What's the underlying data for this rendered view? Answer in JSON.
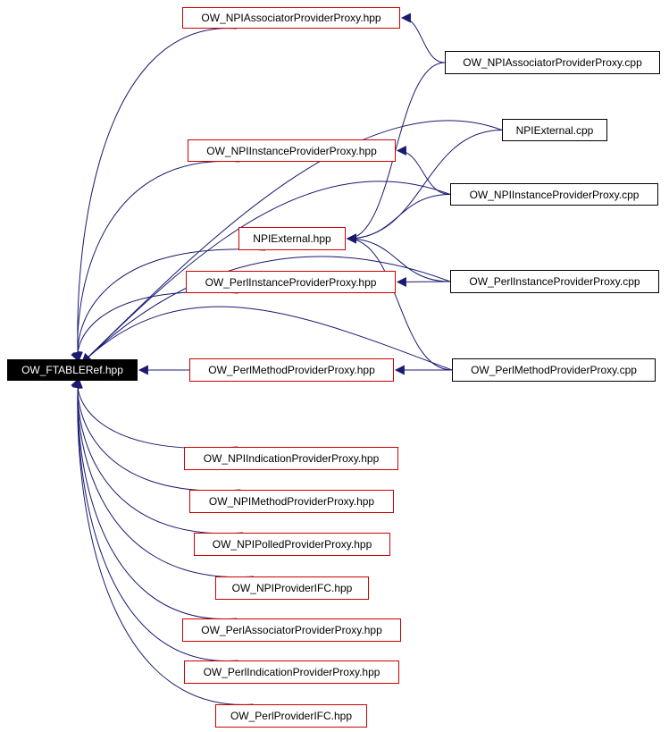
{
  "diagram": {
    "edge_color": "#191970",
    "header_border_color": "#cc0000",
    "root_fill_color": "#000000",
    "nodes": {
      "root": "OW_FTABLERef.hpp",
      "npi_assoc_hpp": "OW_NPIAssociatorProviderProxy.hpp",
      "npi_assoc_cpp": "OW_NPIAssociatorProviderProxy.cpp",
      "npi_external_cpp": "NPIExternal.cpp",
      "npi_instance_hpp": "OW_NPIInstanceProviderProxy.hpp",
      "npi_instance_cpp": "OW_NPIInstanceProviderProxy.cpp",
      "npi_external_hpp": "NPIExternal.hpp",
      "perl_instance_hpp": "OW_PerlInstanceProviderProxy.hpp",
      "perl_instance_cpp": "OW_PerlInstanceProviderProxy.cpp",
      "perl_method_hpp": "OW_PerlMethodProviderProxy.hpp",
      "perl_method_cpp": "OW_PerlMethodProviderProxy.cpp",
      "npi_indication_hpp": "OW_NPIIndicationProviderProxy.hpp",
      "npi_method_hpp": "OW_NPIMethodProviderProxy.hpp",
      "npi_polled_hpp": "OW_NPIPolledProviderProxy.hpp",
      "npi_provider_ifc_hpp": "OW_NPIProviderIFC.hpp",
      "perl_assoc_hpp": "OW_PerlAssociatorProviderProxy.hpp",
      "perl_indication_hpp": "OW_PerlIndicationProviderProxy.hpp",
      "perl_provider_ifc_hpp": "OW_PerlProviderIFC.hpp"
    },
    "edges": [
      {
        "from": "npi_assoc_hpp",
        "to": "root"
      },
      {
        "from": "npi_external_cpp",
        "to": "root"
      },
      {
        "from": "npi_instance_hpp",
        "to": "root"
      },
      {
        "from": "npi_instance_cpp",
        "to": "root"
      },
      {
        "from": "npi_external_hpp",
        "to": "root"
      },
      {
        "from": "perl_instance_hpp",
        "to": "root"
      },
      {
        "from": "perl_instance_cpp",
        "to": "root"
      },
      {
        "from": "perl_method_hpp",
        "to": "root"
      },
      {
        "from": "perl_method_cpp",
        "to": "root"
      },
      {
        "from": "npi_indication_hpp",
        "to": "root"
      },
      {
        "from": "npi_method_hpp",
        "to": "root"
      },
      {
        "from": "npi_polled_hpp",
        "to": "root"
      },
      {
        "from": "npi_provider_ifc_hpp",
        "to": "root"
      },
      {
        "from": "perl_assoc_hpp",
        "to": "root"
      },
      {
        "from": "perl_indication_hpp",
        "to": "root"
      },
      {
        "from": "perl_provider_ifc_hpp",
        "to": "root"
      },
      {
        "from": "npi_assoc_cpp",
        "to": "npi_assoc_hpp"
      },
      {
        "from": "npi_assoc_cpp",
        "to": "npi_external_hpp"
      },
      {
        "from": "npi_instance_cpp",
        "to": "npi_instance_hpp"
      },
      {
        "from": "npi_instance_cpp",
        "to": "npi_external_hpp"
      },
      {
        "from": "npi_external_cpp",
        "to": "npi_external_hpp"
      },
      {
        "from": "perl_instance_cpp",
        "to": "npi_external_hpp"
      },
      {
        "from": "perl_method_cpp",
        "to": "npi_external_hpp"
      },
      {
        "from": "perl_instance_cpp",
        "to": "perl_instance_hpp"
      },
      {
        "from": "perl_method_cpp",
        "to": "perl_method_hpp"
      }
    ]
  }
}
